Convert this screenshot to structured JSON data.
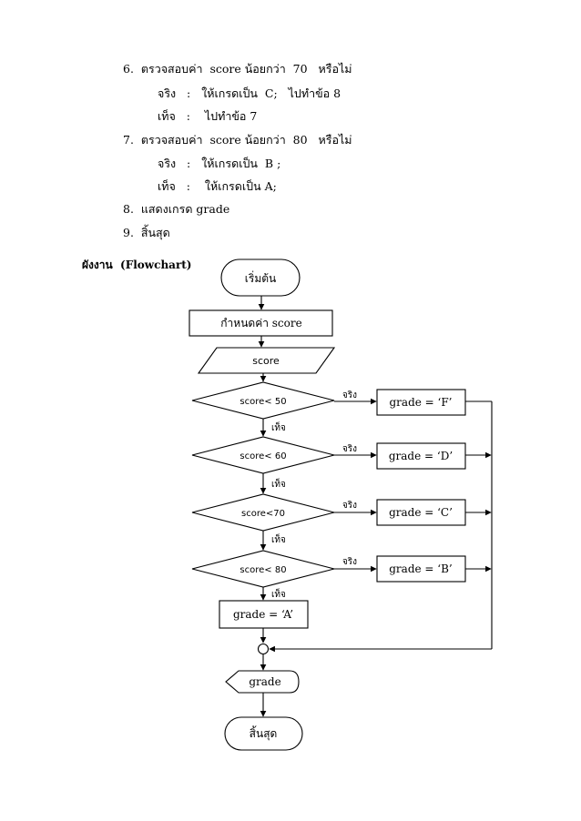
{
  "document": {
    "steps": [
      "6.  ตรวจสอบค่า  score น้อยกว่า  70   หรือไม่",
      "จริง   :   ให้เกรดเป็น  C;   ไปทำข้อ 8",
      "เท็จ   :    ไปทำข้อ 7",
      "7.  ตรวจสอบค่า  score น้อยกว่า  80   หรือไม่",
      "จริง   :   ให้เกรดเป็น  B ;",
      "เท็จ   :    ให้เกรดเป็น A;",
      "8.  แสดงเกรด grade",
      "9.  สิ้นสุด"
    ],
    "flowchart_heading": "ผังงาน  (Flowchart)"
  },
  "flowchart": {
    "start": "เริ่มต้น",
    "init": "กำหนดค่า score",
    "input": "score",
    "conditions": [
      "score< 50",
      "score< 60",
      "score<70",
      "score< 80"
    ],
    "results": [
      "grade = ‘F’",
      "grade = ‘D’",
      "grade = ‘C’",
      "grade = ‘B’"
    ],
    "default_result": "grade = ‘A’",
    "true_label": "จริง",
    "false_label": "เท็จ",
    "output": "grade",
    "end": "สิ้นสุด"
  }
}
